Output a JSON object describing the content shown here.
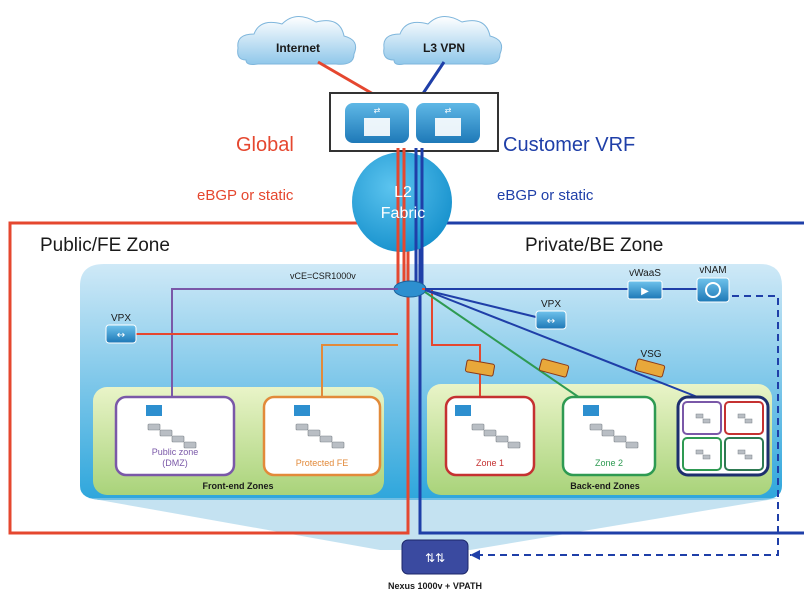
{
  "clouds": {
    "internet": "Internet",
    "l3vpn": "L3 VPN"
  },
  "labels": {
    "global": "Global",
    "customer_vrf": "Customer VRF",
    "ebgp_left": "eBGP or static",
    "ebgp_right": "eBGP or static",
    "l2_fabric_line1": "L2",
    "l2_fabric_line2": "Fabric",
    "public_zone": "Public/FE Zone",
    "private_zone": "Private/BE Zone",
    "vce": "vCE=CSR1000v",
    "vpx_left": "VPX",
    "vpx_mid": "VPX",
    "vwaas": "vWaaS",
    "vnam": "vNAM",
    "vsg": "VSG",
    "public_zone_box_line1": "Public zone",
    "public_zone_box_line2": "(DMZ)",
    "protected_fe": "Protected FE",
    "front_end_zones": "Front-end Zones",
    "zone1": "Zone 1",
    "zone2": "Zone 2",
    "back_end_zones": "Back-end Zones",
    "nexus": "Nexus 1000v + VPATH"
  },
  "colors": {
    "global": "#e5472f",
    "vrf": "#1f3fa8",
    "green": "#2e9a52",
    "fabric": "#1f9fd6"
  }
}
